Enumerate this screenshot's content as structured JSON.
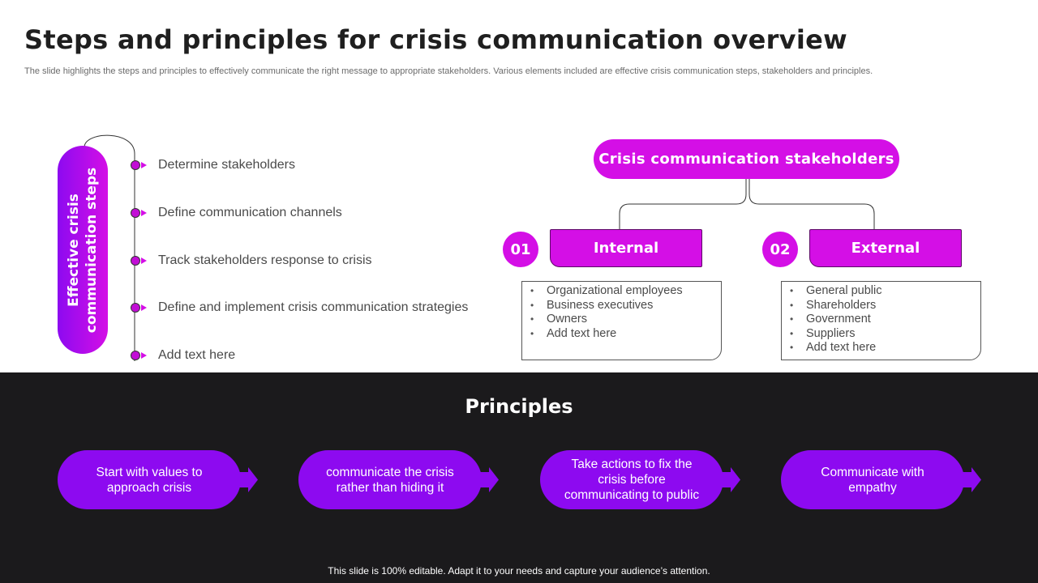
{
  "title": "Steps and principles for crisis communication overview",
  "subtitle": "The slide highlights the steps and principles to effectively communicate the right message to appropriate stakeholders. Various elements included are effective crisis communication steps, stakeholders and principles.",
  "steps": {
    "heading": "Effective crisis communication steps",
    "items": [
      "Determine stakeholders",
      "Define communication channels",
      "Track stakeholders response to crisis",
      "Define and implement crisis communication strategies",
      "Add text here"
    ]
  },
  "stakeholders": {
    "heading": "Crisis communication stakeholders",
    "groups": [
      {
        "number": "01",
        "label": "Internal",
        "items": [
          "Organizational employees",
          "Business executives",
          "Owners",
          "Add text here"
        ]
      },
      {
        "number": "02",
        "label": "External",
        "items": [
          "General public",
          "Shareholders",
          "Government",
          "Suppliers",
          "Add text here"
        ]
      }
    ]
  },
  "principles": {
    "heading": "Principles",
    "items": [
      "Start with values to approach crisis",
      "communicate the crisis rather than hiding it",
      "Take actions to fix the crisis before communicating to public",
      "Communicate with empathy"
    ]
  },
  "footer": "This slide is 100% editable. Adapt it to your needs and capture your audience’s attention.",
  "colors": {
    "magenta": "#d40fe6",
    "purple": "#8d0af0",
    "dark_bg": "#1b1a1c"
  }
}
